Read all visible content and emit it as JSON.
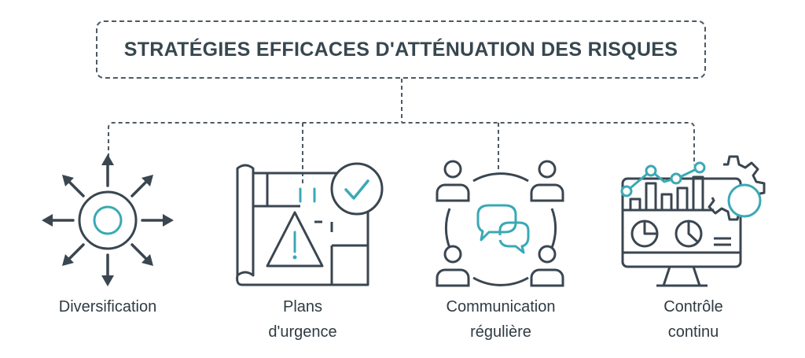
{
  "diagram": {
    "title": "STRATÉGIES EFFICACES D'ATTÉNUATION DES RISQUES",
    "colors": {
      "primary": "#3a4650",
      "accent": "#3aa9b4",
      "connector": "#4d5a63"
    },
    "items": [
      {
        "icon": "diversification-icon",
        "lines": [
          "Diversification"
        ]
      },
      {
        "icon": "contingency-plan-icon",
        "lines": [
          "Plans",
          "d'urgence"
        ]
      },
      {
        "icon": "communication-icon",
        "lines": [
          "Communication",
          "régulière"
        ]
      },
      {
        "icon": "monitoring-icon",
        "lines": [
          "Contrôle",
          "continu"
        ]
      }
    ]
  }
}
